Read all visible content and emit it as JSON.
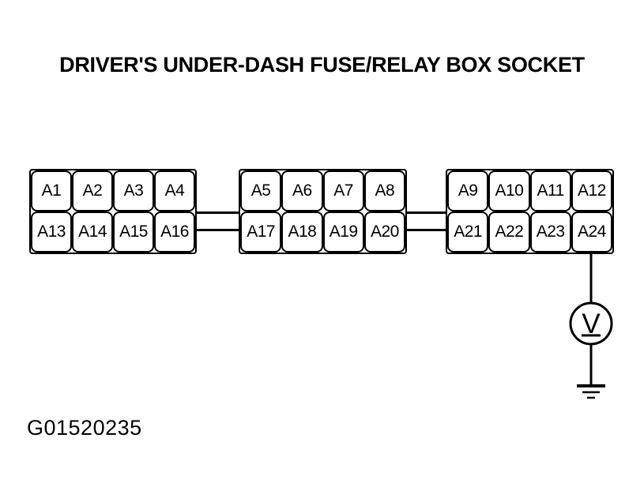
{
  "page": {
    "title": "DRIVER'S UNDER-DASH FUSE/RELAY BOX SOCKET",
    "figure_id": "G01520235",
    "background_color": "#ffffff",
    "line_color": "#000000"
  },
  "socket_blocks": [
    {
      "name": "block-1",
      "cells": [
        "A1",
        "A2",
        "A3",
        "A4",
        "A13",
        "A14",
        "A15",
        "A16"
      ]
    },
    {
      "name": "block-2",
      "cells": [
        "A5",
        "A6",
        "A7",
        "A8",
        "A17",
        "A18",
        "A19",
        "A20"
      ]
    },
    {
      "name": "block-3",
      "cells": [
        "A9",
        "A10",
        "A11",
        "A12",
        "A21",
        "A22",
        "A23",
        "A24"
      ]
    }
  ],
  "meter": {
    "label": "V"
  }
}
